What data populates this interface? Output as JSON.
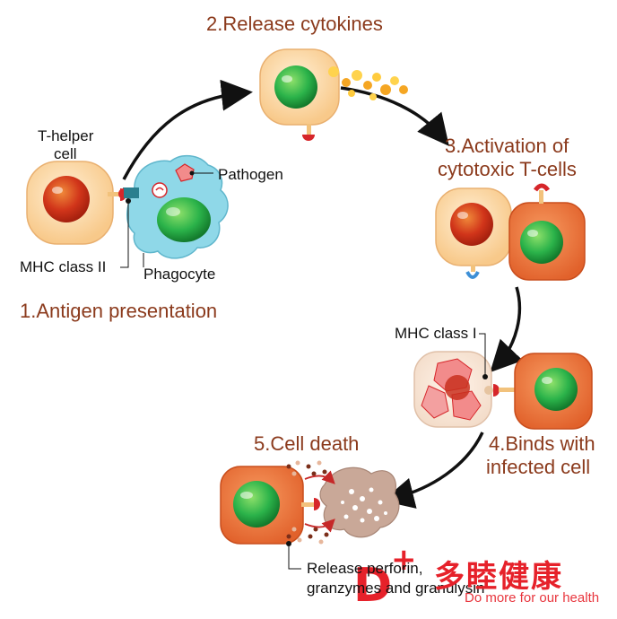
{
  "steps": {
    "s1": "1.Antigen presentation",
    "s2": "2.Release cytokines",
    "s3_line1": "3.Activation of",
    "s3_line2": "cytotoxic T-cells",
    "s4_line1": "4.Binds with",
    "s4_line2": "infected cell",
    "s5": "5.Cell death"
  },
  "labels": {
    "t_helper_line1": "T-helper",
    "t_helper_line2": "cell",
    "pathogen": "Pathogen",
    "mhc_class_ii": "MHC class II",
    "phagocyte": "Phagocyte",
    "mhc_class_i": "MHC class I",
    "release_line1": "Release perforin,",
    "release_line2": "granzymes and granulysin"
  },
  "watermark": {
    "brand_cn": "多睦健康",
    "tagline": "Do more for our health",
    "logo_letter": "D",
    "logo_plus": "+"
  },
  "colors": {
    "step_text": "#8b3a1c",
    "helper_cell": "#fcd9a0",
    "cytotoxic_cell": "#ef7d43",
    "helper_nucleus": "#d1351a",
    "cytotoxic_nucleus": "#2bb34a",
    "phagocyte": "#8fd8e8",
    "arrow": "#111111",
    "brand": "#e6212a"
  }
}
